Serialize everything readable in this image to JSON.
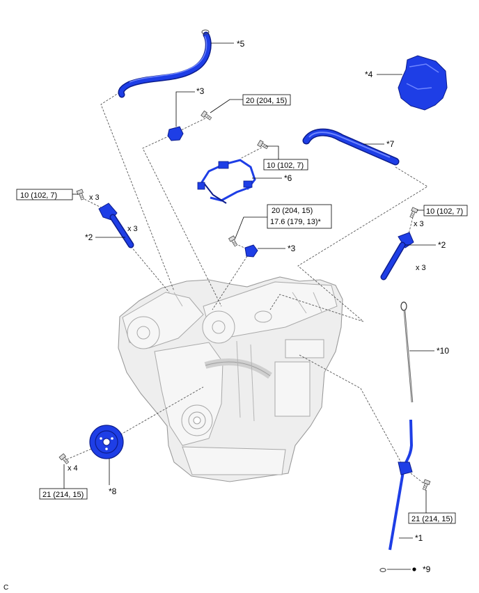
{
  "figure_id": "C",
  "colors": {
    "part": "#1e3ee6",
    "part_dark": "#0c1c8c",
    "part_light": "#6f86ff",
    "engine": "#eeeeee"
  },
  "callouts": [
    "*5",
    "*4",
    "*3",
    "*7",
    "*6",
    "*2",
    "*2",
    "*3",
    "*10",
    "*8",
    "*1",
    "*9"
  ],
  "torque_specs": [
    {
      "lines": [
        "20 (204, 15)"
      ]
    },
    {
      "lines": [
        "10 (102, 7)"
      ]
    },
    {
      "lines": [
        "10 (102, 7)"
      ]
    },
    {
      "lines": [
        "20 (204, 15)",
        "17.6 (179, 13)*"
      ]
    },
    {
      "lines": [
        "10 (102, 7)"
      ]
    },
    {
      "lines": [
        "21 (214, 15)"
      ]
    },
    {
      "lines": [
        "21 (214, 15)"
      ]
    }
  ],
  "quantities": [
    "x 3",
    "x 3",
    "x 3",
    "x 3",
    "x 4"
  ]
}
